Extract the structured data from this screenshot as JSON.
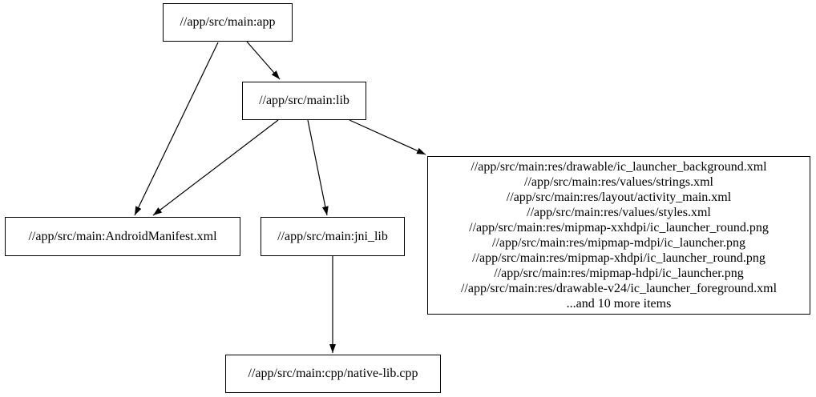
{
  "diagram": {
    "type": "directed-dependency-graph",
    "colors": {
      "background": "#ffffff",
      "node_border": "#000000",
      "node_fill": "#ffffff",
      "edge": "#000000",
      "text": "#000000"
    },
    "nodes": {
      "app": {
        "label": "//app/src/main:app"
      },
      "lib": {
        "label": "//app/src/main:lib"
      },
      "manifest": {
        "label": "//app/src/main:AndroidManifest.xml"
      },
      "jni_lib": {
        "label": "//app/src/main:jni_lib"
      },
      "res": {
        "lines": [
          "//app/src/main:res/drawable/ic_launcher_background.xml",
          "//app/src/main:res/values/strings.xml",
          "//app/src/main:res/layout/activity_main.xml",
          "//app/src/main:res/values/styles.xml",
          "//app/src/main:res/mipmap-xxhdpi/ic_launcher_round.png",
          "//app/src/main:res/mipmap-mdpi/ic_launcher.png",
          "//app/src/main:res/mipmap-xhdpi/ic_launcher_round.png",
          "//app/src/main:res/mipmap-hdpi/ic_launcher.png",
          "//app/src/main:res/drawable-v24/ic_launcher_foreground.xml",
          "...and 10 more items"
        ]
      },
      "cpp": {
        "label": "//app/src/main:cpp/native-lib.cpp"
      }
    },
    "edges": [
      {
        "from": "//app/src/main:app",
        "to": "//app/src/main:lib"
      },
      {
        "from": "//app/src/main:app",
        "to": "//app/src/main:AndroidManifest.xml"
      },
      {
        "from": "//app/src/main:lib",
        "to": "//app/src/main:AndroidManifest.xml"
      },
      {
        "from": "//app/src/main:lib",
        "to": "//app/src/main:jni_lib"
      },
      {
        "from": "//app/src/main:lib",
        "to": "//app/src/main:res (resource files)"
      },
      {
        "from": "//app/src/main:jni_lib",
        "to": "//app/src/main:cpp/native-lib.cpp"
      }
    ]
  }
}
